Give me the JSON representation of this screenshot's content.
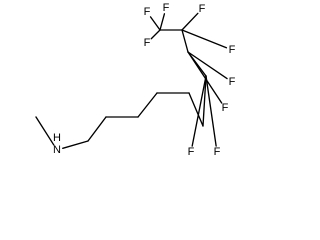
{
  "molecule": {
    "atoms": [
      {
        "id": "N1",
        "element": "N",
        "label": "N",
        "hydrogens": "H"
      },
      {
        "id": "C_me",
        "element": "C"
      },
      {
        "id": "C1",
        "element": "C"
      },
      {
        "id": "C2",
        "element": "C"
      },
      {
        "id": "C3",
        "element": "C"
      },
      {
        "id": "C4",
        "element": "C"
      },
      {
        "id": "C5",
        "element": "C"
      },
      {
        "id": "C6",
        "element": "C"
      },
      {
        "id": "C7",
        "element": "C"
      },
      {
        "id": "C8",
        "element": "C"
      },
      {
        "id": "C9",
        "element": "C"
      },
      {
        "id": "C10",
        "element": "C"
      },
      {
        "id": "F1",
        "element": "F",
        "label": "F"
      },
      {
        "id": "F2",
        "element": "F",
        "label": "F"
      },
      {
        "id": "F3",
        "element": "F",
        "label": "F"
      },
      {
        "id": "F4",
        "element": "F",
        "label": "F"
      },
      {
        "id": "F5",
        "element": "F",
        "label": "F"
      },
      {
        "id": "F6",
        "element": "F",
        "label": "F"
      },
      {
        "id": "F7",
        "element": "F",
        "label": "F"
      },
      {
        "id": "F8",
        "element": "F",
        "label": "F"
      },
      {
        "id": "F9",
        "element": "F",
        "label": "F"
      }
    ],
    "bonds": [
      [
        "C_me",
        "N1"
      ],
      [
        "N1",
        "C1"
      ],
      [
        "C1",
        "C2"
      ],
      [
        "C2",
        "C3"
      ],
      [
        "C3",
        "C4"
      ],
      [
        "C4",
        "C5"
      ],
      [
        "C5",
        "C6"
      ],
      [
        "C6",
        "C7"
      ],
      [
        "C7",
        "C8"
      ],
      [
        "C8",
        "C9"
      ],
      [
        "C9",
        "C10"
      ],
      [
        "C7",
        "F1"
      ],
      [
        "C7",
        "F2"
      ],
      [
        "C8",
        "F3"
      ],
      [
        "C8",
        "F4"
      ],
      [
        "C9",
        "F5"
      ],
      [
        "C9",
        "F6"
      ],
      [
        "C10",
        "F7"
      ],
      [
        "C10",
        "F8"
      ],
      [
        "C10",
        "F9"
      ]
    ]
  }
}
